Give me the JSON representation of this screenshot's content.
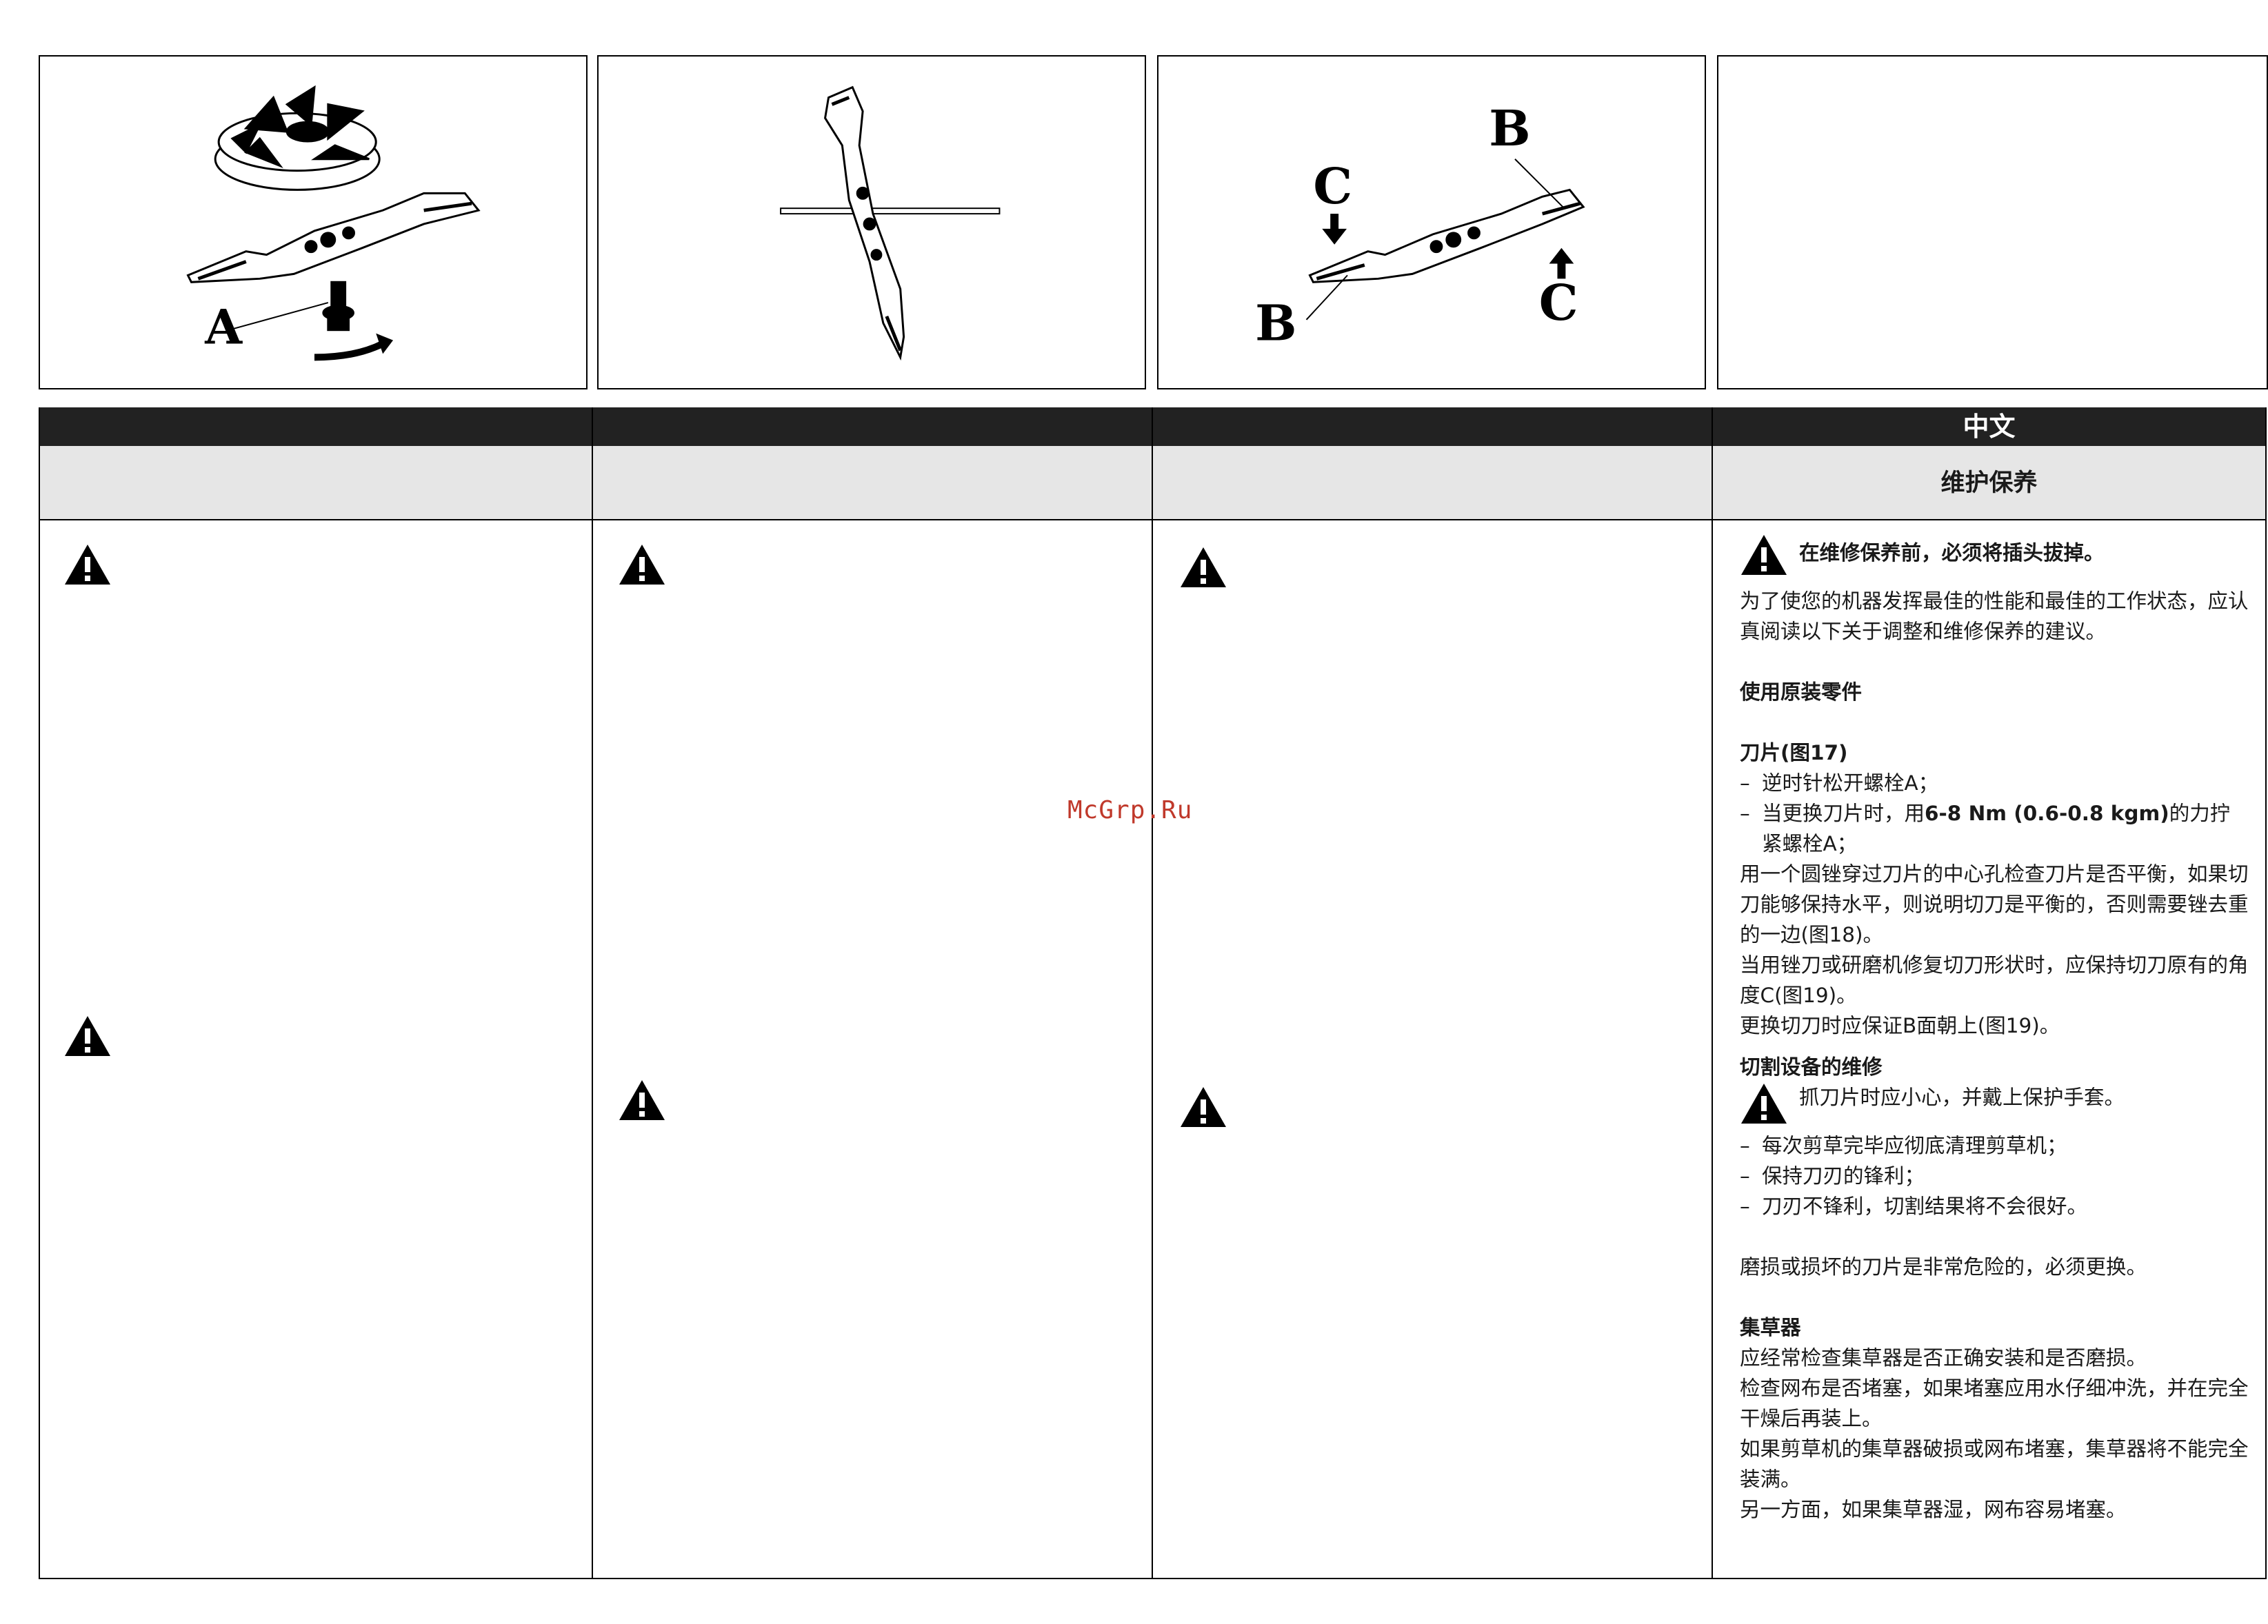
{
  "figures": {
    "fig1": {
      "label_a": "A"
    },
    "fig3": {
      "label_b_top": "B",
      "label_b_bottom": "B",
      "label_c_left": "C",
      "label_c_right": "C"
    }
  },
  "table": {
    "columns": [
      {
        "header": "",
        "subheader": ""
      },
      {
        "header": "",
        "subheader": ""
      },
      {
        "header": "",
        "subheader": ""
      },
      {
        "header": "中文",
        "subheader": "维护保养"
      }
    ]
  },
  "content": {
    "warning_main": "在维修保养前，必须将插头拔掉。",
    "intro": "为了使您的机器发挥最佳的性能和最佳的工作状态，应认真阅读以下关于调整和维修保养的建议。",
    "original_parts": "使用原装零件",
    "blade_heading": "刀片(图17)",
    "blade_item1": "逆时针松开螺栓A；",
    "blade_item2_a": "当更换刀片时，用",
    "blade_item2_torque": "6-8 Nm (0.6-0.8 kgm)",
    "blade_item2_b": "的力拧紧螺栓A；",
    "balance": "用一个圆锉穿过刀片的中心孔检查刀片是否平衡，如果切刀能够保持水平，则说明切刀是平衡的，否则需要锉去重的一边(图18)。",
    "sharpen": "当用锉刀或研磨机修复切刀形状时，应保持切刀原有的角度C(图19)。",
    "replace": "更换切刀时应保证B面朝上(图19)。",
    "cutting_heading": "切割设备的维修",
    "cutting_warning": "抓刀片时应小心，并戴上保护手套。",
    "cutting_item1": "每次剪草完毕应彻底清理剪草机；",
    "cutting_item2": "保持刀刃的锋利；",
    "cutting_item3": "刀刃不锋利，切割结果将不会很好。",
    "worn_blade": "磨损或损坏的刀片是非常危险的，必须更换。",
    "bag_heading": "集草器",
    "bag_p1": "应经常检查集草器是否正确安装和是否磨损。",
    "bag_p2": "检查网布是否堵塞，如果堵塞应用水仔细冲洗，并在完全干燥后再装上。",
    "bag_p3": "如果剪草机的集草器破损或网布堵塞，集草器将不能完全装满。",
    "bag_p4": "另一方面，如果集草器湿，网布容易堵塞。"
  },
  "watermark": "McGrp.Ru"
}
